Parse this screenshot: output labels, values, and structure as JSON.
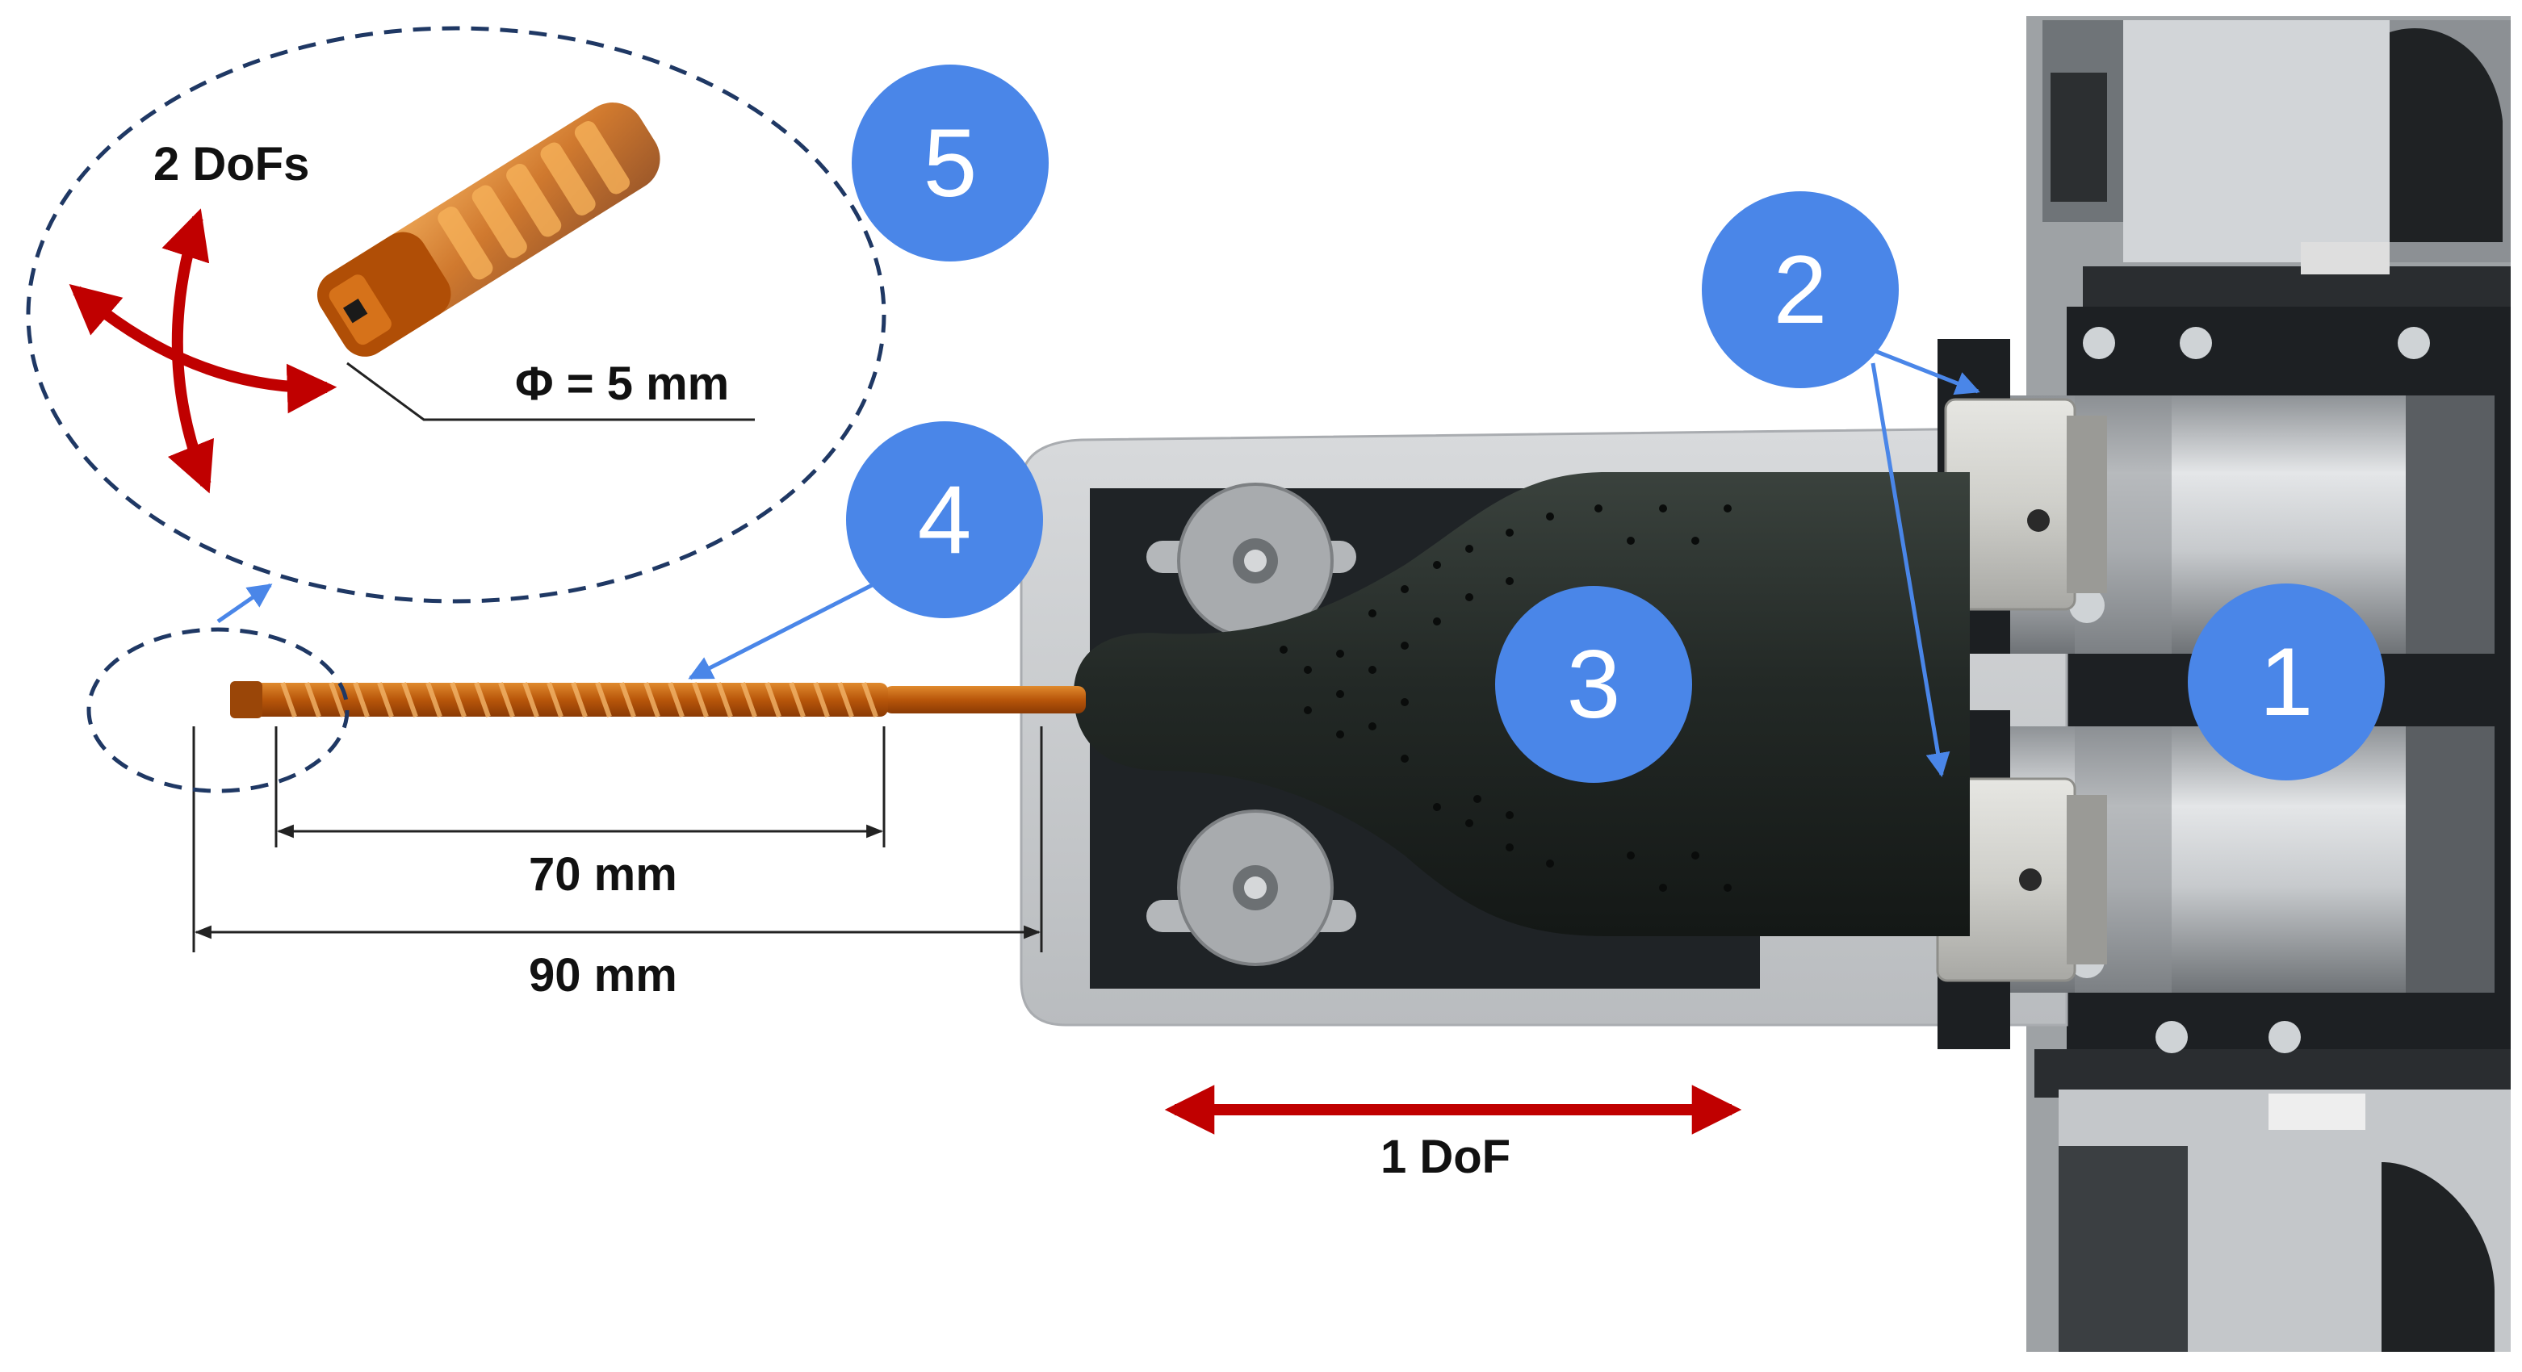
{
  "labels": {
    "tip_dofs": "2 DoFs",
    "diameter": "Φ = 5 mm",
    "length_70": "70 mm",
    "length_90": "90 mm",
    "linear_dof": "1 DoF"
  },
  "callouts": [
    "1",
    "2",
    "3",
    "4",
    "5"
  ],
  "colors": {
    "callout_fill": "#4a86e8",
    "callout_text": "#ffffff",
    "arrow_red": "#c00000",
    "dash_navy": "#1f3864",
    "pointer_blue": "#4a86e8",
    "catheter_orange": "#c8620a",
    "handle_black": "#1e2420",
    "plate_gray": "#c9cbcd",
    "motor_silver": "#b8bcc0"
  }
}
